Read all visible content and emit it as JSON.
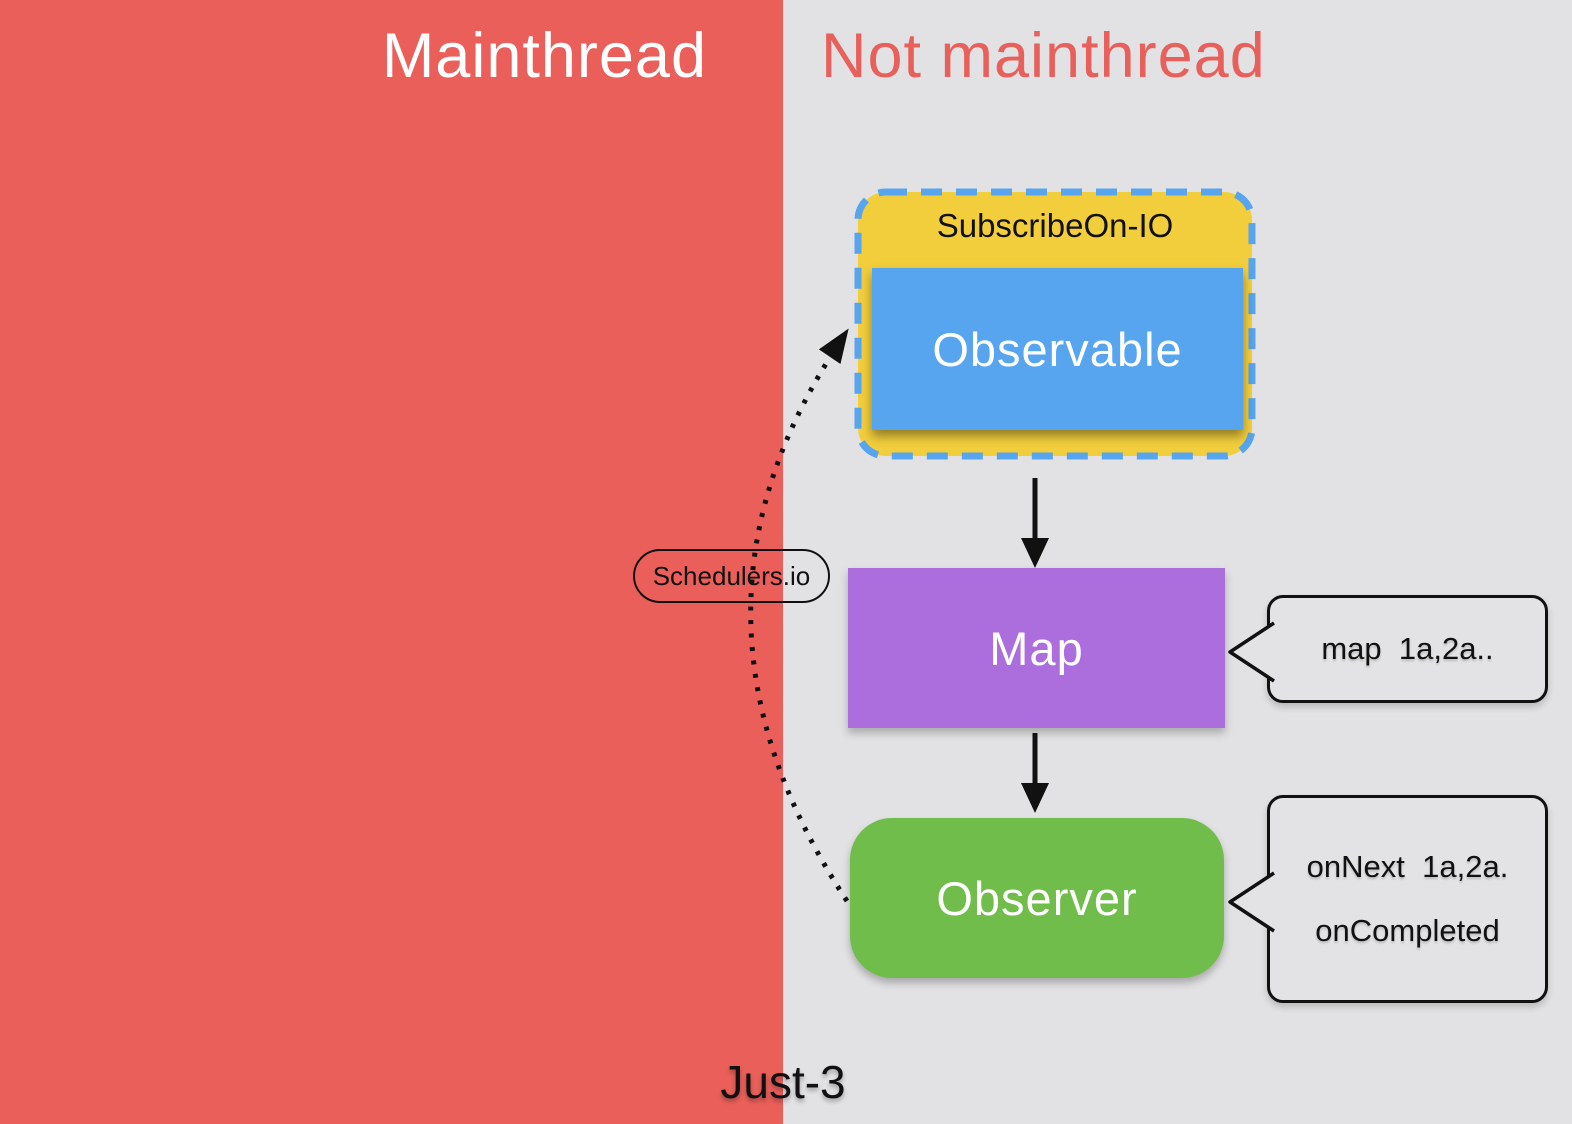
{
  "header": {
    "mainthread": "Mainthread",
    "not_mainthread": "Not mainthread"
  },
  "group": {
    "title": "SubscribeOn-IO",
    "node": "Observable"
  },
  "nodes": {
    "map": "Map",
    "observer": "Observer"
  },
  "callouts": {
    "map": {
      "text": "map  1a,2a.."
    },
    "observer": {
      "line1": "onNext  1a,2a.",
      "line2": "onCompleted"
    }
  },
  "scheduler": {
    "label": "Schedulers.io"
  },
  "caption": "Just-3",
  "icons": {
    "flow_arrow": "solid-down-arrow",
    "scheduler_arrow": "dotted-curved-arrow"
  },
  "colors": {
    "red": "#EA5F5A",
    "gray": "#E2E2E4",
    "gray-light": "#E3E3E5",
    "yellow": "#F2CE3D",
    "blue": "#57A4EF",
    "purple": "#AD6EDD",
    "green": "#71BD4B",
    "heading-red": "#E8605B"
  }
}
